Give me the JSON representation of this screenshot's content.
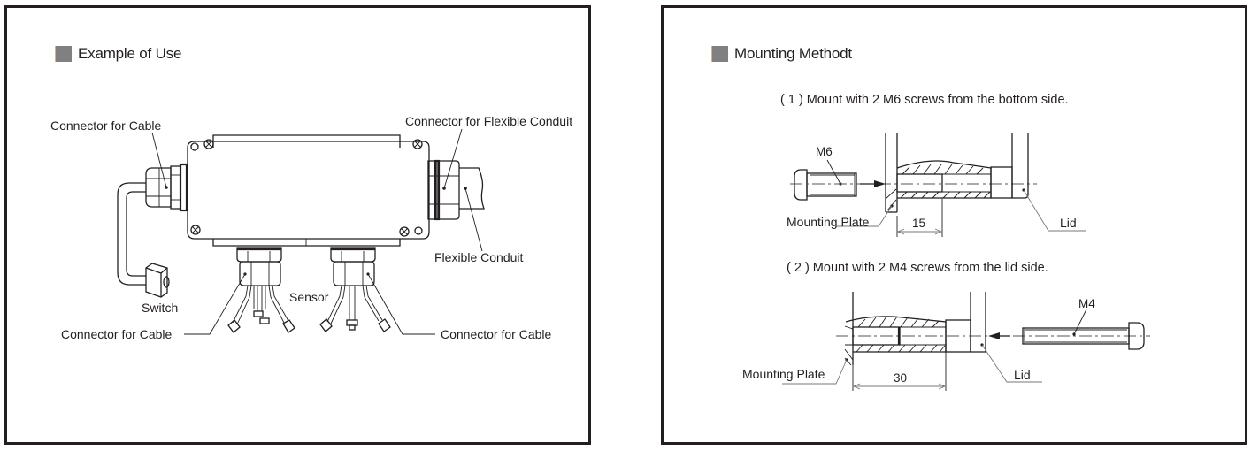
{
  "left_panel": {
    "title": "Example of Use",
    "labels": {
      "connector_cable_top": "Connector for Cable",
      "connector_flexible_conduit": "Connector for Flexible Conduit",
      "flexible_conduit": "Flexible Conduit",
      "switch": "Switch",
      "sensor": "Sensor",
      "connector_cable_bottom_left": "Connector for Cable",
      "connector_cable_bottom_right": "Connector for Cable"
    }
  },
  "right_panel": {
    "title": "Mounting Methodt",
    "method1": {
      "caption": "( 1 ) Mount with 2 M6 screws from the bottom side.",
      "screw_label": "M6",
      "plate_label": "Mounting Plate",
      "lid_label": "Lid",
      "dimension": "15"
    },
    "method2": {
      "caption": "( 2 ) Mount with 2 M4 screws from the lid side.",
      "screw_label": "M4",
      "plate_label": "Mounting Plate",
      "lid_label": "Lid",
      "dimension": "30"
    }
  },
  "colors": {
    "border": "#231f20",
    "title_square": "#808083"
  }
}
